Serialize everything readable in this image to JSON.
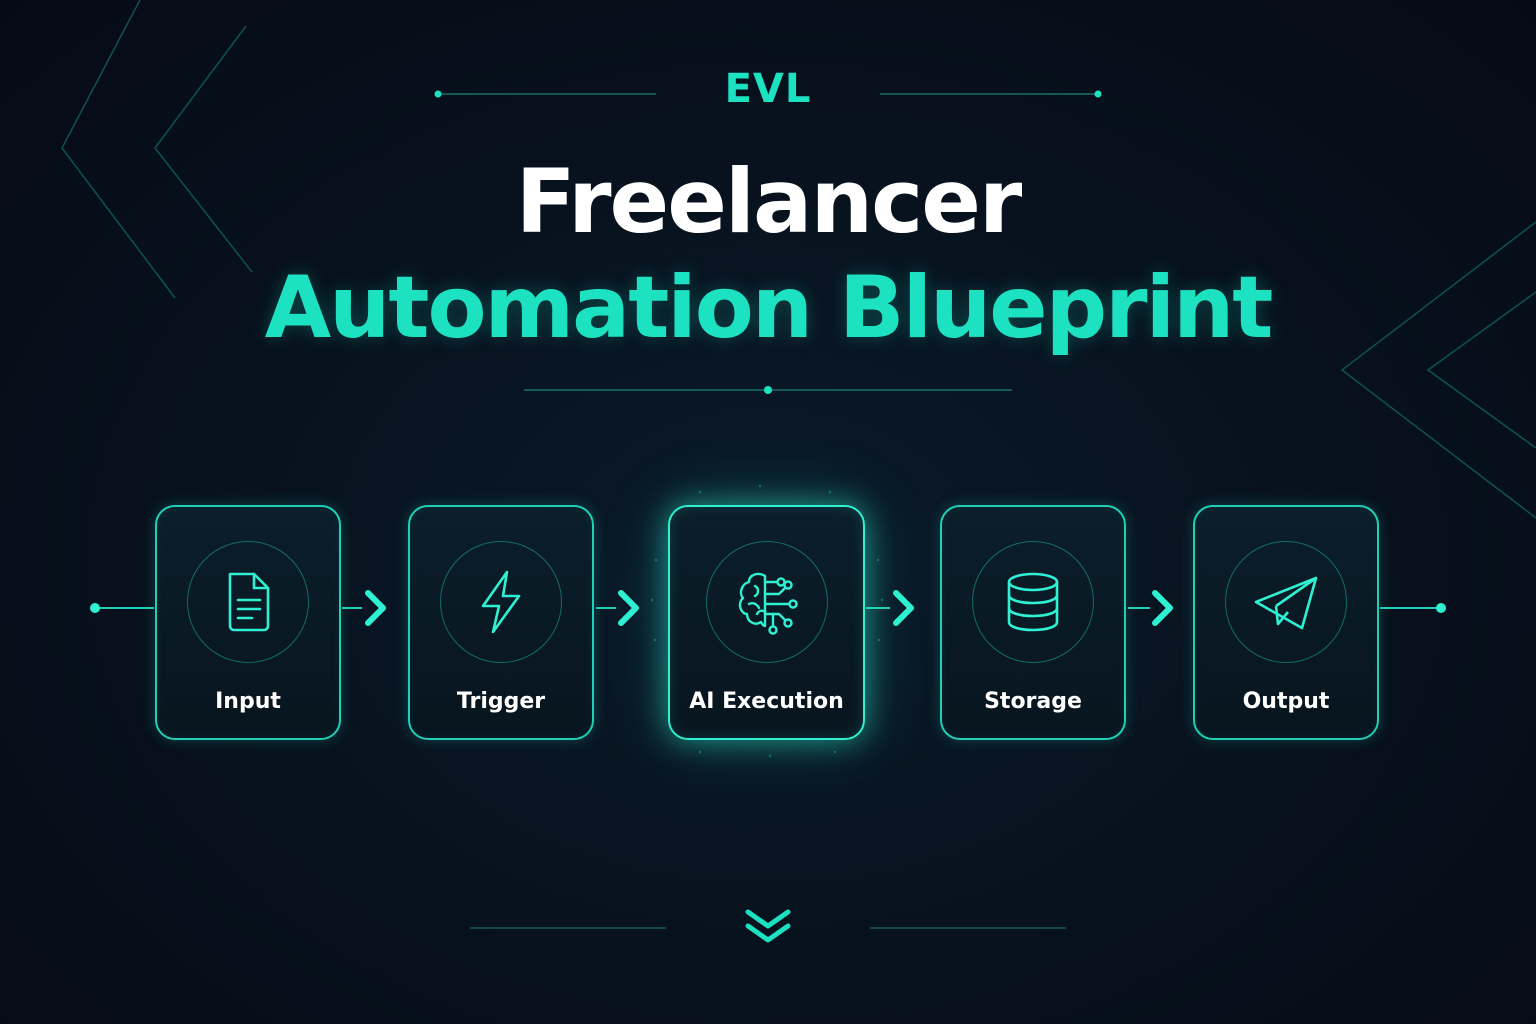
{
  "brand": {
    "logo_text": "EVL"
  },
  "title": {
    "line1": "Freelancer",
    "line2": "Automation Blueprint"
  },
  "colors": {
    "accent": "#1de2c2",
    "background": "#07111d",
    "text": "#ffffff"
  },
  "steps": [
    {
      "label": "Input",
      "icon": "document-icon"
    },
    {
      "label": "Trigger",
      "icon": "lightning-icon"
    },
    {
      "label": "AI Execution",
      "icon": "brain-circuit-icon",
      "highlighted": true
    },
    {
      "label": "Storage",
      "icon": "database-icon"
    },
    {
      "label": "Output",
      "icon": "paper-plane-icon"
    }
  ],
  "footer": {
    "icon": "double-chevron-down-icon"
  }
}
